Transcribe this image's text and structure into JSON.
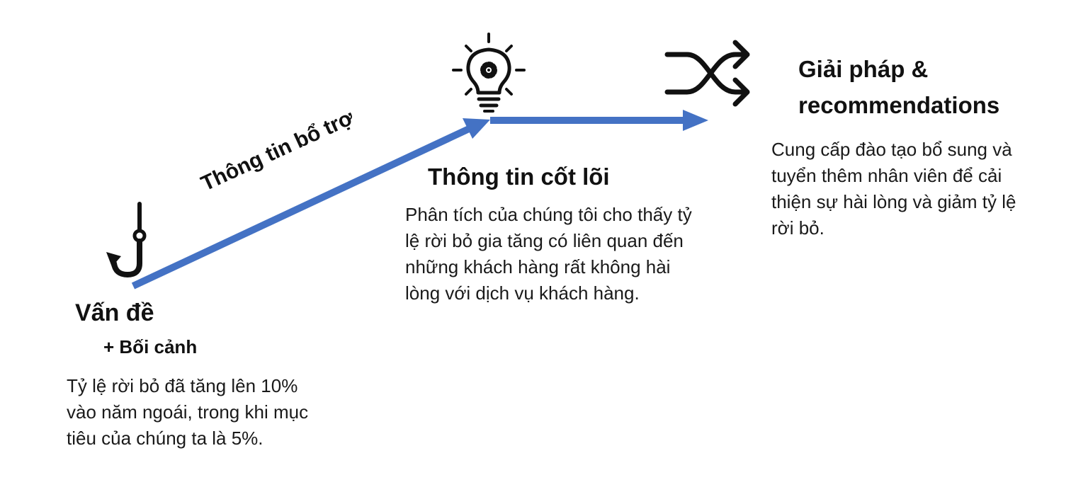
{
  "colors": {
    "arrow": "#4472C4",
    "icon": "#111111",
    "text": "#1a1a1a"
  },
  "stages": {
    "problem": {
      "icon": "fish-hook-icon",
      "title": "Vấn đề",
      "subtitle": "+ Bối cảnh",
      "description": [
        "Tỷ lệ rời bỏ đã tăng lên 10%",
        "vào năm ngoái, trong khi mục",
        "tiêu của chúng ta là 5%."
      ]
    },
    "supporting": {
      "label": "Thông tin bổ trợ"
    },
    "core": {
      "icon": "lightbulb-gear-icon",
      "title": "Thông tin cốt lõi",
      "description": [
        "Phân tích của chúng tôi cho thấy tỷ",
        "lệ rời bỏ gia tăng có liên quan đến",
        "những khách hàng rất không hài",
        "lòng với dịch vụ khách hàng."
      ]
    },
    "solution": {
      "icon": "shuffle-arrows-icon",
      "title_line1": "Giải pháp &",
      "title_line2": "recommendations",
      "description": [
        "Cung cấp đào tạo bổ sung và",
        "tuyển thêm nhân viên để cải",
        "thiện sự hài lòng và giảm tỷ lệ",
        "rời bỏ."
      ]
    }
  }
}
